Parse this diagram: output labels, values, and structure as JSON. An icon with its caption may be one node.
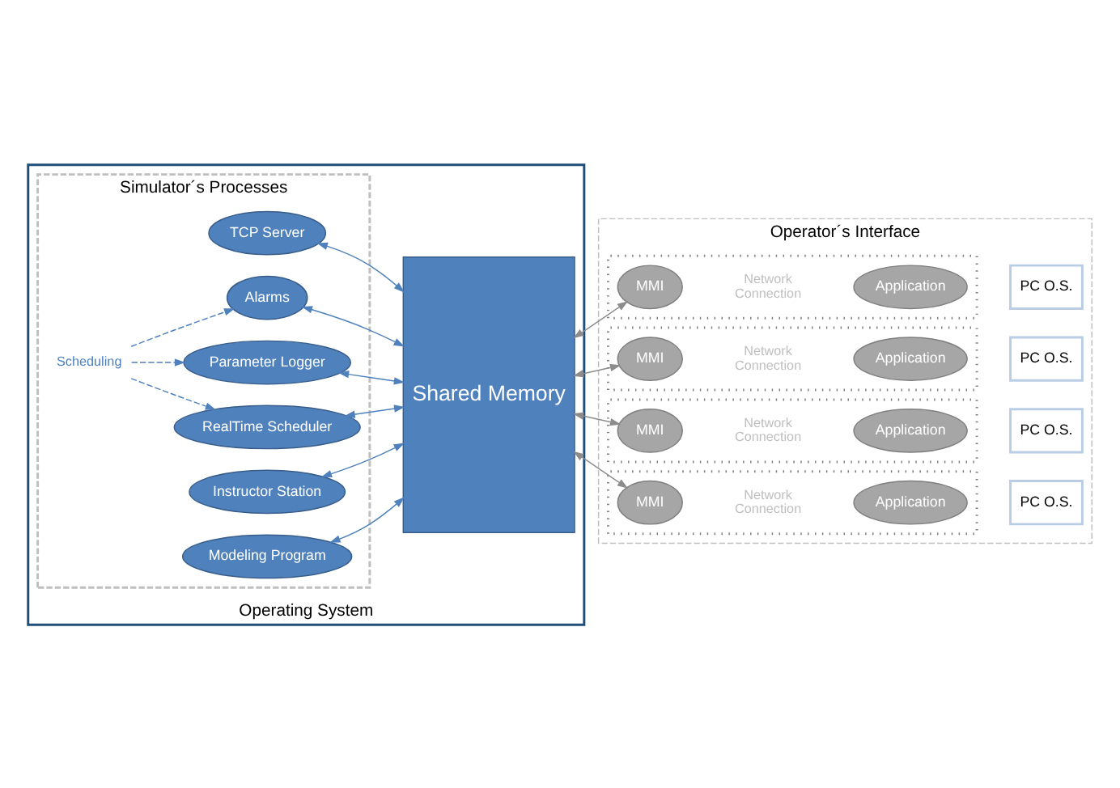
{
  "diagram": {
    "nodes": [
      {
        "text": [
          "Operating System"
        ]
      },
      {
        "text": [
          "Simulator´s Processes"
        ],
        "in": 0
      },
      {
        "text": [
          "Scheduling"
        ],
        "in": 1
      },
      {
        "text": [
          "Modeling Program"
        ],
        "in": 1
      },
      {
        "text": [
          "Instructor Station"
        ],
        "in": 1
      },
      {
        "text": [
          "RealTime Scheduler"
        ],
        "in": 1
      },
      {
        "text": [
          "Parameter Logger"
        ],
        "in": 1
      },
      {
        "text": [
          "Alarms"
        ],
        "in": 1
      },
      {
        "text": [
          "TCP Server"
        ],
        "in": 1
      },
      {
        "text": [
          "Shared Memory"
        ],
        "in": 0
      },
      {
        "text": [
          "Operator´s Interface"
        ]
      },
      {
        "text": [],
        "shape": "box",
        "in": 10
      },
      {
        "text": [
          "MMI"
        ],
        "in": 11
      },
      {
        "text": [
          "Application"
        ],
        "in": 11
      },
      {
        "text": [
          "PC O.S."
        ],
        "in": 10
      },
      {
        "text": [],
        "shape": "box",
        "in": 10
      },
      {
        "text": [
          "MMI"
        ],
        "in": 15
      },
      {
        "text": [
          "Application"
        ],
        "in": 15
      },
      {
        "text": [
          "PC O.S."
        ],
        "in": 10
      },
      {
        "text": [],
        "shape": "box",
        "in": 10
      },
      {
        "text": [
          "MMI"
        ],
        "in": 19
      },
      {
        "text": [
          "Application"
        ],
        "in": 19
      },
      {
        "text": [
          "PC O.S."
        ],
        "in": 10
      },
      {
        "text": [],
        "shape": "box",
        "in": 10
      },
      {
        "text": [
          "MMI"
        ],
        "in": 23
      },
      {
        "text": [
          "Application"
        ],
        "in": 23
      },
      {
        "text": [
          "PC O.S."
        ],
        "in": 10
      }
    ],
    "edges": [
      {
        "from": 3,
        "to": 9,
        "arrow": "both"
      },
      {
        "from": 4,
        "to": 9,
        "arrow": "both"
      },
      {
        "from": 5,
        "to": 9,
        "arrow": "both"
      },
      {
        "from": 6,
        "to": 9,
        "arrow": "both"
      },
      {
        "from": 7,
        "to": 9,
        "arrow": "both"
      },
      {
        "from": 8,
        "to": 9,
        "arrow": "both"
      },
      {
        "from": 2,
        "to": 5,
        "arrow": "to",
        "style": "dashed"
      },
      {
        "from": 2,
        "to": 6,
        "arrow": "to",
        "style": "dashed"
      },
      {
        "from": 2,
        "to": 7,
        "arrow": "to",
        "style": "dashed"
      },
      {
        "from": 9,
        "to": 12,
        "arrow": "both",
        "color": "#8c8c8c"
      },
      {
        "from": 9,
        "to": 16,
        "arrow": "both",
        "color": "#8c8c8c"
      },
      {
        "from": 9,
        "to": 20,
        "arrow": "both",
        "color": "#8c8c8c"
      },
      {
        "from": 9,
        "to": 24,
        "arrow": "both",
        "color": "#8c8c8c"
      }
    ],
    "labels": [
      "Network Connection",
      "Network Connection",
      "Network Connection",
      "Network Connection"
    ]
  }
}
